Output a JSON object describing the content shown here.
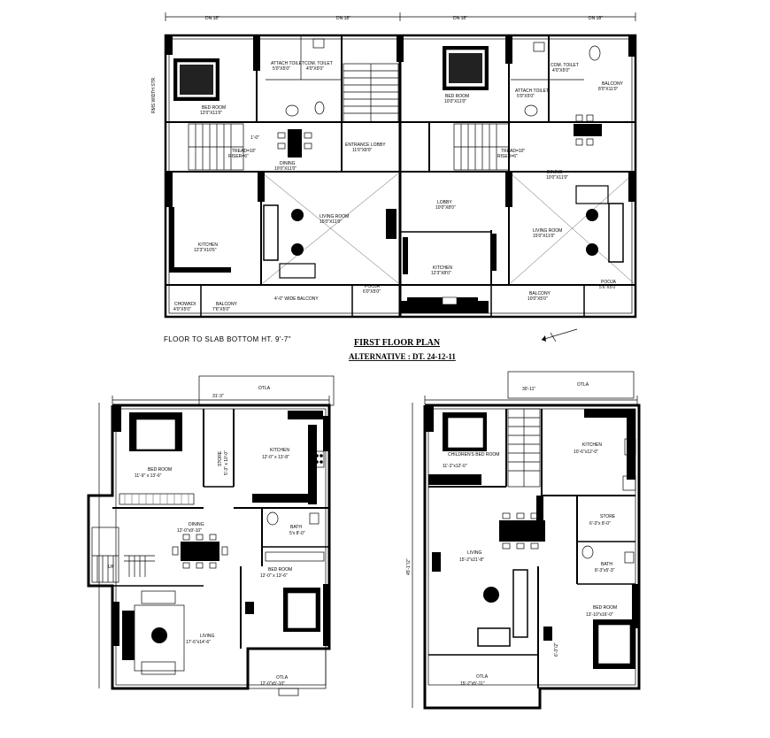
{
  "top_plan": {
    "road_labels": [
      "DN 18\"",
      "DN 18\"",
      "DN 18\"",
      "DN 18\""
    ],
    "side_label": "RMS WIDTH STR.",
    "rooms": [
      {
        "name": "BED ROOM",
        "dim": "12'0\"X11'0\""
      },
      {
        "name": "ATTACH TOILET",
        "dim": "5'0\"X5'0\""
      },
      {
        "name": "COM. TOILET",
        "dim": "4'0\"X5'0\""
      },
      {
        "name": "BED ROOM",
        "dim": "10'0\"X11'0\""
      },
      {
        "name": "ATTACH TOILET",
        "dim": "5'0\"X5'0\""
      },
      {
        "name": "COM. TOILET",
        "dim": "4'0\"X5'0\""
      },
      {
        "name": "BALCONY",
        "dim": "8'0\"X11'0\""
      },
      {
        "name": "DINING",
        "dim": "10'0\"X11'0\""
      },
      {
        "name": "ENTRANCE LOBBY",
        "dim": "11'0\"X8'0\""
      },
      {
        "name": "DINING",
        "dim": "10'0\"X11'0\""
      },
      {
        "name": "LOBBY",
        "dim": "10'0\"X8'0\""
      },
      {
        "name": "LIVING ROOM",
        "dim": "15'0\"X11'0\""
      },
      {
        "name": "KITCHEN",
        "dim": "12'3\"X10'6\""
      },
      {
        "name": "KITCHEN",
        "dim": "12'3\"X8'0\""
      },
      {
        "name": "LIVING ROOM",
        "dim": "15'0\"X11'0\""
      },
      {
        "name": "CHOWKDI",
        "dim": "4'0\"X5'0\""
      },
      {
        "name": "BALCONY",
        "dim": "7'6\"X5'0\""
      },
      {
        "name": "POOJA",
        "dim": "6'0\"X5'0\""
      },
      {
        "name": "BALCONY",
        "dim": "10'0\"X5'0\""
      },
      {
        "name": "POOJA",
        "dim": "5'6\"X5'0\""
      }
    ],
    "balcony_note": "4'-0\" WIDE BALCONY",
    "tread_1": "TREAD=10\"",
    "riser_1": "RISER=6\"",
    "tread_2": "TREAD=10\"",
    "riser_2": "RISER=6\"",
    "spacing": "1'-0\""
  },
  "floor_note": "FLOOR TO SLAB BOTTOM HT. 9'-7\"",
  "plan_title": "FIRST FLOOR PLAN",
  "plan_subtitle": "ALTERNATIVE : DT. 24-12-11",
  "left_plan": {
    "top_dim": "31'-3\"",
    "otla_top": "OTLA",
    "rooms": [
      {
        "name": "BED ROOM",
        "dim": "11'-9\" x 13'-6\""
      },
      {
        "name": "STORE",
        "dim": "5'-3\" x 10'-0\""
      },
      {
        "name": "KITCHEN",
        "dim": "12'-0\" x 13'-8\""
      },
      {
        "name": "DINING",
        "dim": "12'-0\"x9'-10\""
      },
      {
        "name": "BATH",
        "dim": "5'x 8'-0\""
      },
      {
        "name": "BED ROOM",
        "dim": "12'-0\" x 13'-6\""
      },
      {
        "name": "LIVING",
        "dim": "17'-6\"x14'-6\""
      },
      {
        "name": "OTLA",
        "dim": "12'-0\"x5'-10\""
      }
    ],
    "up_label": "UP"
  },
  "right_plan": {
    "top_dim": "30'-11\"",
    "otla_top": "OTLA",
    "side_dim": "45'-1\"/2\"",
    "rooms": [
      {
        "name": "CHILDREN'S BED ROOM",
        "dim": "11'-2\"x12'-0\""
      },
      {
        "name": "KITCHEN",
        "dim": "10'-6\"x12'-0\""
      },
      {
        "name": "STORE",
        "dim": "6'-3\"x 8'-0\""
      },
      {
        "name": "LIVING",
        "dim": "15'-2\"x21'-8\""
      },
      {
        "name": "BATH",
        "dim": "8'-3\"x5'-3\""
      },
      {
        "name": "BED ROOM",
        "dim": "13'-10\"x16'-0\""
      },
      {
        "name": "OTLA",
        "dim": "15'-2\"x5'-11\""
      }
    ],
    "inner_dim": "6'-3\"/2\""
  }
}
